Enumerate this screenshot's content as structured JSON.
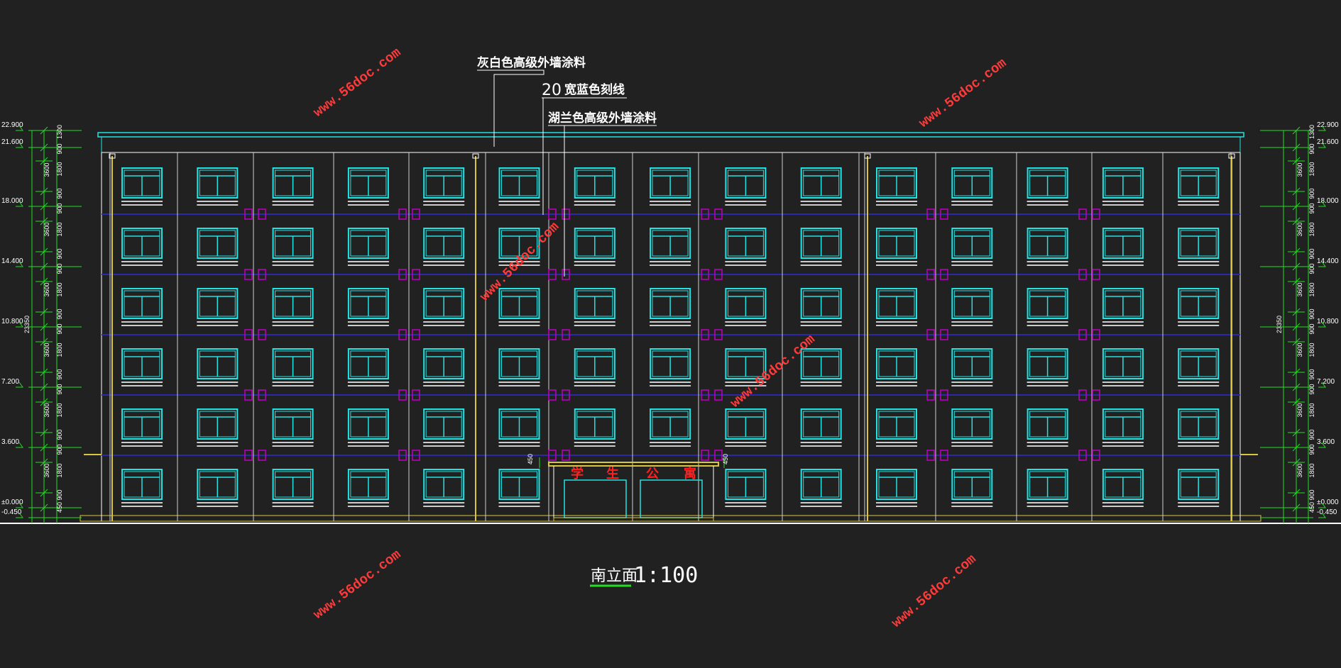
{
  "drawing": {
    "title": "南立面",
    "scale": "1:100",
    "annotations": {
      "wall_paint_top": "灰白色高级外墙涂料",
      "groove_width": "20",
      "groove_text": "宽蓝色刻线",
      "wall_paint_blue": "湖兰色高级外墙涂料"
    },
    "sign_text": [
      "学",
      "生",
      "公",
      "寓"
    ],
    "entrance_dim": "450",
    "watermark": "www.56doc.com"
  },
  "levels": [
    "22.900",
    "21.600",
    "18.000",
    "14.400",
    "10.800",
    "7.200",
    "3.600",
    "±0.000",
    "-0.450"
  ],
  "dims_inner": [
    "1300",
    "900",
    "1800",
    "900",
    "900",
    "1800",
    "900",
    "900",
    "1800",
    "900",
    "900",
    "1800",
    "900",
    "900",
    "1800",
    "900",
    "900",
    "1800",
    "900",
    "450"
  ],
  "dims_outer": [
    "3600",
    "3600",
    "3600",
    "3600",
    "3600",
    "3600"
  ],
  "dim_total": "23350",
  "colors": {
    "background": "#212121",
    "window": "#22e3e3",
    "dimension": "#22dd22",
    "groove": "#2a2aa8",
    "ornament": "#c000c0",
    "pipe": "#d9c640",
    "sign": "#ff2020",
    "watermark": "#ff3a3a",
    "line": "#ffffff"
  }
}
